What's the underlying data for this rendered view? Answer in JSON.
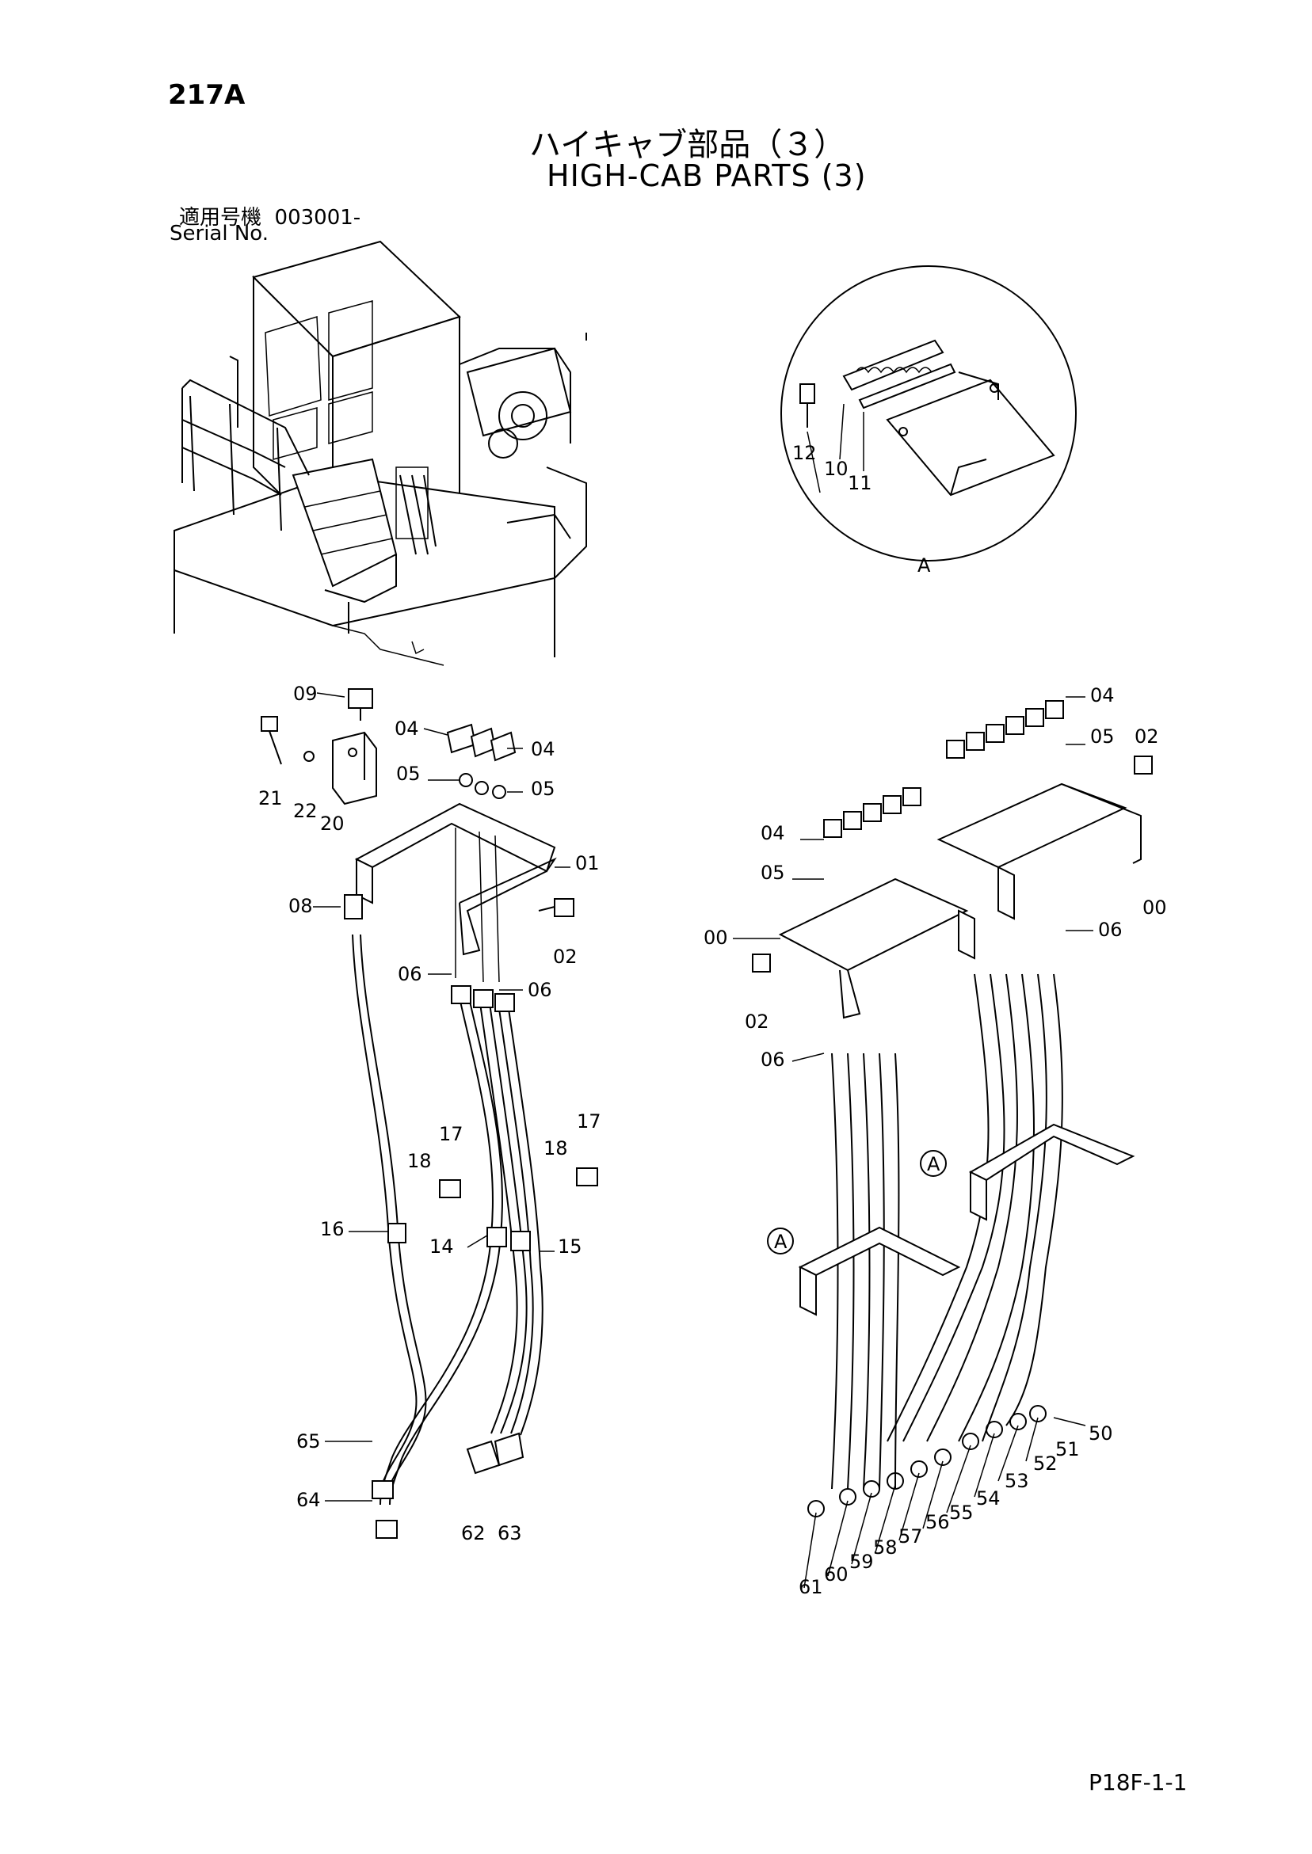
{
  "header": {
    "page_number": "217A",
    "title_jp": "ハイキャブ部品（３）",
    "title_en": "HIGH-CAB PARTS (3)",
    "serial_label_jp": "適用号機",
    "serial_value": "003001-",
    "serial_label_en": "Serial No."
  },
  "footer": {
    "page_code": "P18F-1-1"
  },
  "detail_view": {
    "label": "A",
    "callouts": [
      "12",
      "10",
      "11"
    ]
  },
  "left_assembly": {
    "callouts": [
      "09",
      "04",
      "04",
      "05",
      "05",
      "21",
      "22",
      "20",
      "01",
      "08",
      "02",
      "06",
      "06",
      "17",
      "18",
      "17",
      "18",
      "16",
      "14",
      "15",
      "65",
      "64",
      "62",
      "63"
    ]
  },
  "right_assembly": {
    "callouts": [
      "04",
      "05",
      "02",
      "04",
      "05",
      "00",
      "00",
      "06",
      "02",
      "06",
      "A",
      "A",
      "50",
      "51",
      "52",
      "53",
      "54",
      "55",
      "56",
      "57",
      "58",
      "59",
      "60",
      "61"
    ]
  }
}
